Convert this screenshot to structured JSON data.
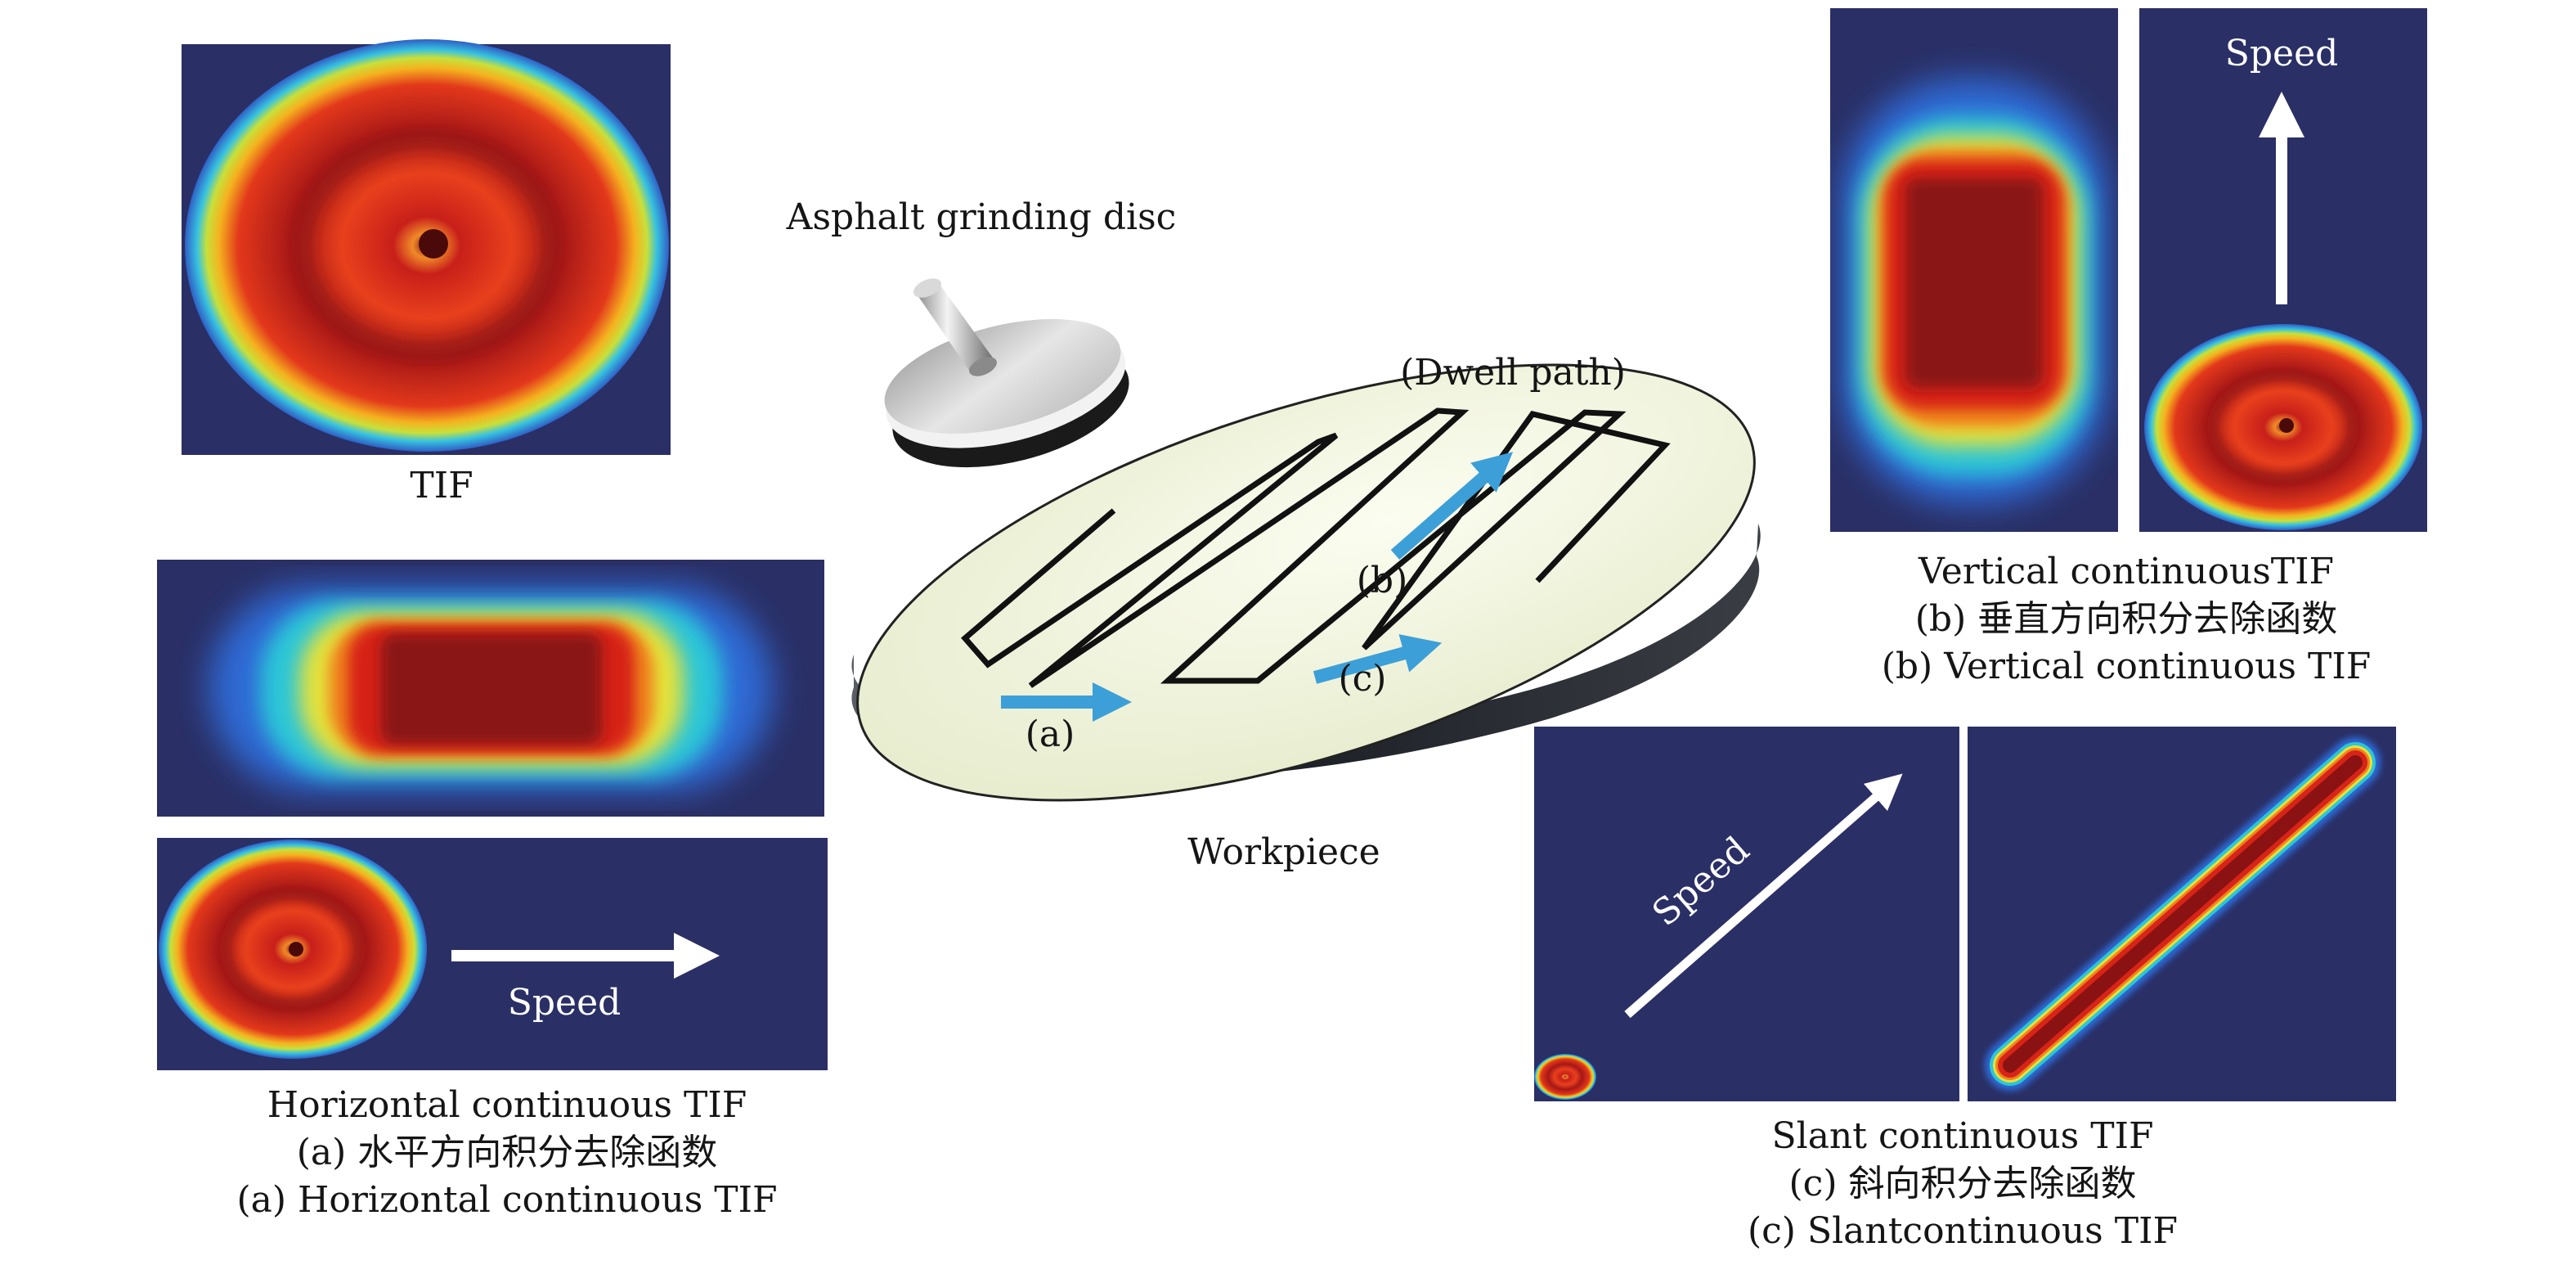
{
  "labels": {
    "tif": "TIF",
    "disc": "Asphalt grinding disc",
    "dwell": "(Dwell path)",
    "path_a": "(a)",
    "path_b": "(b)",
    "path_c": "(c)",
    "workpiece": "Workpiece",
    "speed_vertical": "Speed",
    "speed_horizontal": "Speed",
    "speed_slant": "Speed"
  },
  "captions": {
    "a": [
      "Horizontal continuous TIF",
      "(a) 水平方向积分去除函数",
      "(a) Horizontal continuous TIF"
    ],
    "b": [
      "Vertical continuousTIF",
      "(b) 垂直方向积分去除函数",
      "(b) Vertical continuous TIF"
    ],
    "c": [
      "Slant continuous TIF",
      "(c) 斜向积分去除函数",
      "(c) Slantcontinuous TIF"
    ]
  },
  "colors": {
    "panel_bg": "#2a2f66",
    "path_arrow": "#3d9fd8",
    "speed_arrow": "#ffffff",
    "workpiece_top": "#f3f6df",
    "workpiece_side": "#23262d"
  }
}
